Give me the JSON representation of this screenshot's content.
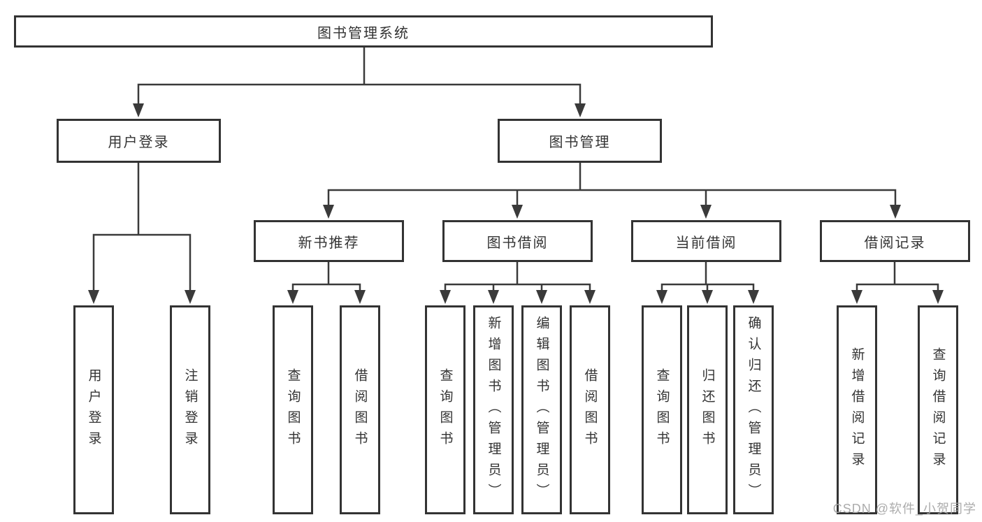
{
  "diagram": {
    "root": {
      "label": "图书管理系统"
    },
    "groups": [
      {
        "label": "用户登录",
        "children": [
          {
            "label": "用户登录"
          },
          {
            "label": "注销登录"
          }
        ]
      },
      {
        "label": "图书管理",
        "sections": [
          {
            "label": "新书推荐",
            "children": [
              {
                "label": "查询图书"
              },
              {
                "label": "借阅图书"
              }
            ]
          },
          {
            "label": "图书借阅",
            "children": [
              {
                "label": "查询图书"
              },
              {
                "label": "新增图书（管理员）"
              },
              {
                "label": "编辑图书（管理员）"
              },
              {
                "label": "借阅图书"
              }
            ]
          },
          {
            "label": "当前借阅",
            "children": [
              {
                "label": "查询图书"
              },
              {
                "label": "归还图书"
              },
              {
                "label": "确认归还（管理员）"
              }
            ]
          },
          {
            "label": "借阅记录",
            "children": [
              {
                "label": "新增借阅记录"
              },
              {
                "label": "查询借阅记录"
              }
            ]
          }
        ]
      }
    ]
  },
  "watermark": {
    "text": "CSDN @软件_小贺同学"
  },
  "colors": {
    "line": "#3a3a3a",
    "box_border": "#333333",
    "text": "#333333",
    "background": "#ffffff",
    "watermark": "#a5a5a5"
  }
}
